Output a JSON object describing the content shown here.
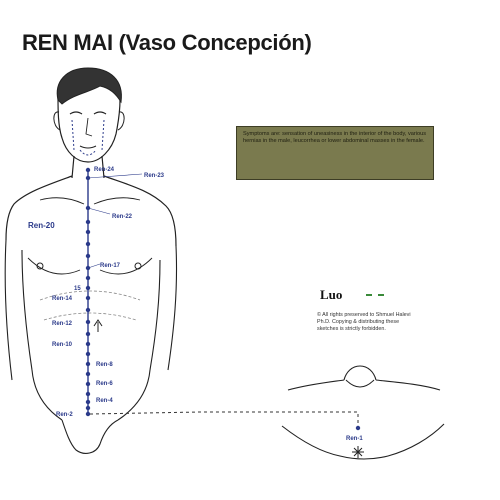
{
  "title": "REN MAI (Vaso Concepción)",
  "symptoms_text": "Symptoms are: sensation of uneasiness in the interior of the body, various hernias in the male, leucorrhea or lower abdominal masses in the female.",
  "luo": {
    "label": "Luo"
  },
  "copyright_text": "© All rights preserved to Shmuel Halevi Ph.D. Copying & distributing these sketches is strictly forbidden.",
  "points": {
    "ren24": "Ren-24",
    "ren23": "Ren-23",
    "ren20": "Ren-20",
    "ren22": "Ren-22",
    "ren17": "Ren-17",
    "ren15": "15",
    "ren14": "Ren-14",
    "ren12": "Ren-12",
    "ren10": "Ren-10",
    "ren8": "Ren-8",
    "ren6": "Ren-6",
    "ren4": "Ren-4",
    "ren2": "Ren-2",
    "ren1": "Ren-1"
  },
  "colors": {
    "meridian": "#2b3a8a",
    "box_background": "#7a7a4e",
    "luo_dash": "#3a8a3a"
  }
}
